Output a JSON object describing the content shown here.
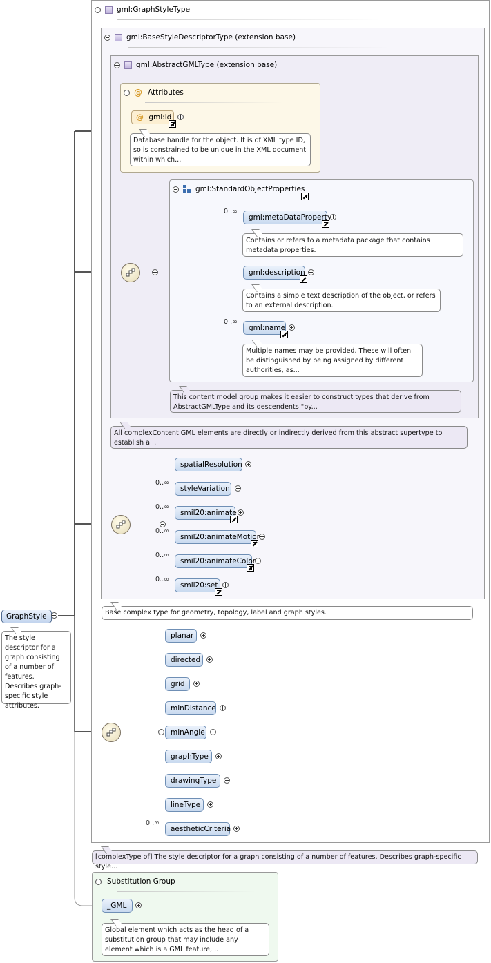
{
  "root": {
    "name": "GraphStyle",
    "doc": "The style descriptor for a graph consisting of a number of features. Describes graph-specific style attributes."
  },
  "graph_style_type": {
    "title": "gml:GraphStyleType",
    "doc": "[complexType of] The style descriptor for a graph consisting of a number of features. Describes graph-specific style..."
  },
  "base_style": {
    "title": "gml:BaseStyleDescriptorType (extension base)",
    "doc": "Base complex type for geometry, topology, label and graph styles."
  },
  "abstract_gml": {
    "title": "gml:AbstractGMLType (extension base)",
    "doc": "All complexContent GML elements are directly or indirectly derived from this abstract supertype to establish a..."
  },
  "attributes": {
    "title": "Attributes",
    "at_symbol": "@",
    "id_name": "gml:id",
    "id_doc": "Database handle for the object. It is of XML type ID, so is constrained to be unique in the XML document within which..."
  },
  "standard_props": {
    "title": "gml:StandardObjectProperties",
    "doc": "This content model group makes it easier to construct types that derive from AbstractGMLType and its descendents \"by...",
    "items": [
      {
        "name": "gml:metaDataProperty",
        "occ": "0..∞",
        "doc": "Contains or refers to a metadata package that contains metadata properties."
      },
      {
        "name": "gml:description",
        "occ": "",
        "doc": "Contains a simple text description of the object, or refers to an external description."
      },
      {
        "name": "gml:name",
        "occ": "0..∞",
        "doc": "Multiple names may be provided. These will often be distinguished by being assigned by different authorities, as..."
      }
    ]
  },
  "base_elements": [
    {
      "name": "spatialResolution",
      "occ": ""
    },
    {
      "name": "styleVariation",
      "occ": "0..∞"
    },
    {
      "name": "smil20:animate",
      "occ": "0..∞"
    },
    {
      "name": "smil20:animateMotion",
      "occ": "0..∞"
    },
    {
      "name": "smil20:animateColor",
      "occ": "0..∞"
    },
    {
      "name": "smil20:set",
      "occ": "0..∞"
    }
  ],
  "graph_elements": [
    {
      "name": "planar",
      "occ": ""
    },
    {
      "name": "directed",
      "occ": ""
    },
    {
      "name": "grid",
      "occ": ""
    },
    {
      "name": "minDistance",
      "occ": ""
    },
    {
      "name": "minAngle",
      "occ": ""
    },
    {
      "name": "graphType",
      "occ": ""
    },
    {
      "name": "drawingType",
      "occ": ""
    },
    {
      "name": "lineType",
      "occ": ""
    },
    {
      "name": "aestheticCriteria",
      "occ": "0..∞"
    }
  ],
  "substitution": {
    "title": "Substitution Group",
    "element": "_GML",
    "doc": "Global element which acts as the head of a substitution group that may include any element which is a GML feature,..."
  }
}
